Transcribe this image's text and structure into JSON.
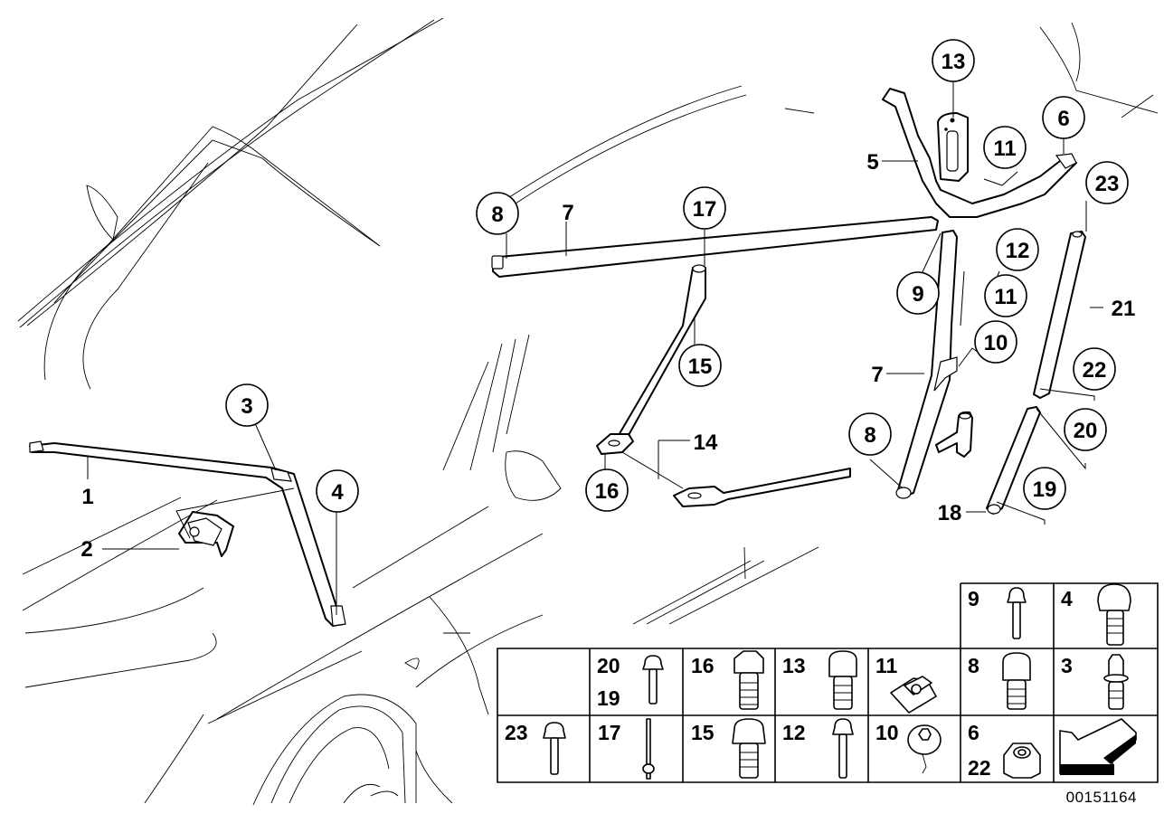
{
  "diagram": {
    "document_number": "00151164",
    "callouts": {
      "c1": "1",
      "c2": "2",
      "c3": "3",
      "c4": "4",
      "c5": "5",
      "c6": "6",
      "c7a": "7",
      "c7b": "7",
      "c8a": "8",
      "c8b": "8",
      "c9": "9",
      "c10": "10",
      "c11a": "11",
      "c11b": "11",
      "c12": "12",
      "c13": "13",
      "c14": "14",
      "c15": "15",
      "c16": "16",
      "c17": "17",
      "c18": "18",
      "c19": "19",
      "c20": "20",
      "c21": "21",
      "c22": "22",
      "c23": "23"
    },
    "fastener_table": {
      "top_row": [
        {
          "label": "9",
          "icon": "flange-bolt-icon"
        },
        {
          "label": "4",
          "icon": "torx-button-bolt-icon"
        }
      ],
      "middle_row": [
        {
          "label": "",
          "icon": ""
        },
        {
          "label": "20",
          "label2": "19",
          "icon": "flange-bolt-icon"
        },
        {
          "label": "16",
          "icon": "hex-bolt-icon"
        },
        {
          "label": "13",
          "icon": "hex-collar-bolt-icon"
        },
        {
          "label": "11",
          "icon": "spring-nut-clip-icon"
        },
        {
          "label": "8",
          "icon": "hex-collar-bolt-icon"
        },
        {
          "label": "3",
          "icon": "torx-collar-bolt-icon"
        }
      ],
      "bottom_row": [
        {
          "label": "23",
          "icon": "flange-bolt-icon"
        },
        {
          "label": "17",
          "icon": "stud-bolt-icon"
        },
        {
          "label": "15",
          "icon": "hex-flange-bolt-icon"
        },
        {
          "label": "12",
          "icon": "long-flange-bolt-icon"
        },
        {
          "label": "10",
          "icon": "washer-screw-icon"
        },
        {
          "label": "6",
          "label2": "22",
          "icon": "hex-nut-icon"
        },
        {
          "label": "",
          "icon": "direction-arrow-icon"
        }
      ]
    }
  }
}
